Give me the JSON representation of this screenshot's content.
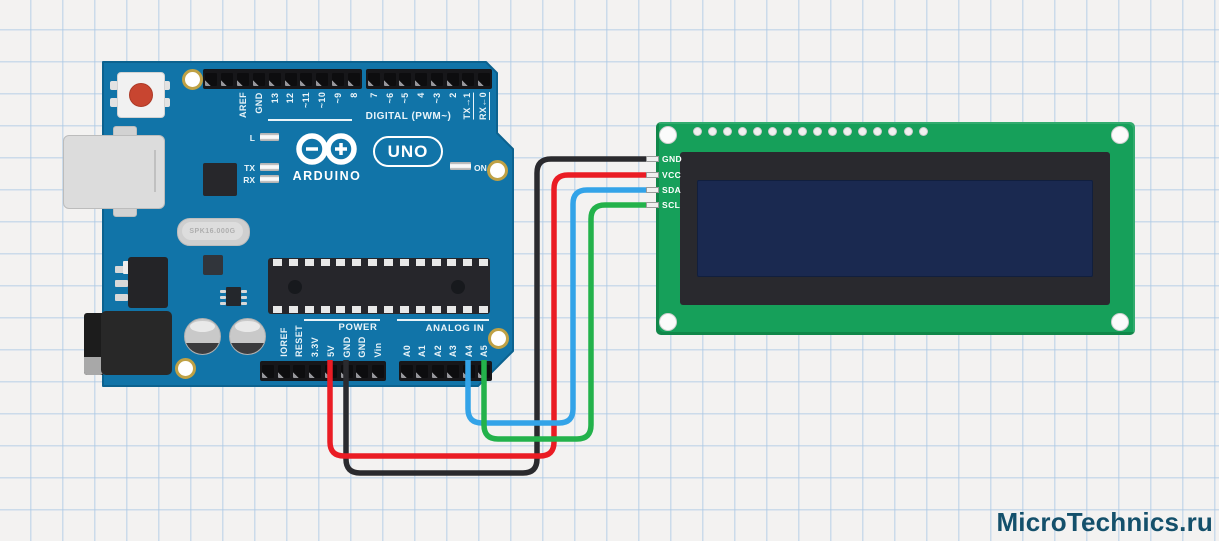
{
  "watermark": {
    "text": "MicroTechnics.ru",
    "color": "#14506b"
  },
  "background": {
    "base_color": "#f3f2f1",
    "grid_line_color": "#aac8e4"
  },
  "arduino": {
    "board_color": "#1174a8",
    "board_edge_color": "#0c628f",
    "brand": "ARDUINO",
    "model": "UNO",
    "logo_minus": "−",
    "logo_plus": "+",
    "crystal_text": "SPK16.000G",
    "sections": {
      "digital": {
        "label": "DIGITAL (PWM~)"
      },
      "power": {
        "label": "POWER"
      },
      "analog": {
        "label": "ANALOG IN"
      }
    },
    "headers": {
      "digital_left": {
        "pin_count": 10,
        "label_offset": 2,
        "labels": [
          "AREF",
          "GND",
          "13",
          "12",
          "~11",
          "~10",
          "~9",
          "8"
        ]
      },
      "digital_right": {
        "pin_count": 8,
        "label_offset": 0,
        "labels": [
          "7",
          "~6",
          "~5",
          "4",
          "~3",
          "2",
          "TX→1",
          "RX←0"
        ],
        "underlined": [
          "TX→1",
          "RX←0"
        ]
      },
      "power": {
        "pin_count": 8,
        "label_offset": 1,
        "labels": [
          "IOREF",
          "RESET",
          "3.3V",
          "5V",
          "GND",
          "GND",
          "Vin"
        ]
      },
      "analog": {
        "pin_count": 6,
        "label_offset": 0,
        "labels": [
          "A0",
          "A1",
          "A2",
          "A3",
          "A4",
          "A5"
        ]
      }
    },
    "leds": {
      "l": "L",
      "tx": "TX",
      "rx": "RX",
      "on": "ON"
    }
  },
  "lcd": {
    "board_color": "#16a05a",
    "bezel_color": "#29292e",
    "screen_color": "#1a2950",
    "hole_count": 16,
    "pins": [
      {
        "label": "GND"
      },
      {
        "label": "VCC"
      },
      {
        "label": "SDA"
      },
      {
        "label": "SCL"
      }
    ]
  },
  "wires": [
    {
      "name": "gnd-wire",
      "color": "#2a2a2e",
      "from": "Arduino GND (POWER)",
      "to": "LCD GND"
    },
    {
      "name": "vcc-wire",
      "color": "#ea1c24",
      "from": "Arduino 5V",
      "to": "LCD VCC"
    },
    {
      "name": "sda-wire",
      "color": "#33a3e8",
      "from": "Arduino A4",
      "to": "LCD SDA"
    },
    {
      "name": "scl-wire",
      "color": "#23b24b",
      "from": "Arduino A5",
      "to": "LCD SCL"
    }
  ]
}
